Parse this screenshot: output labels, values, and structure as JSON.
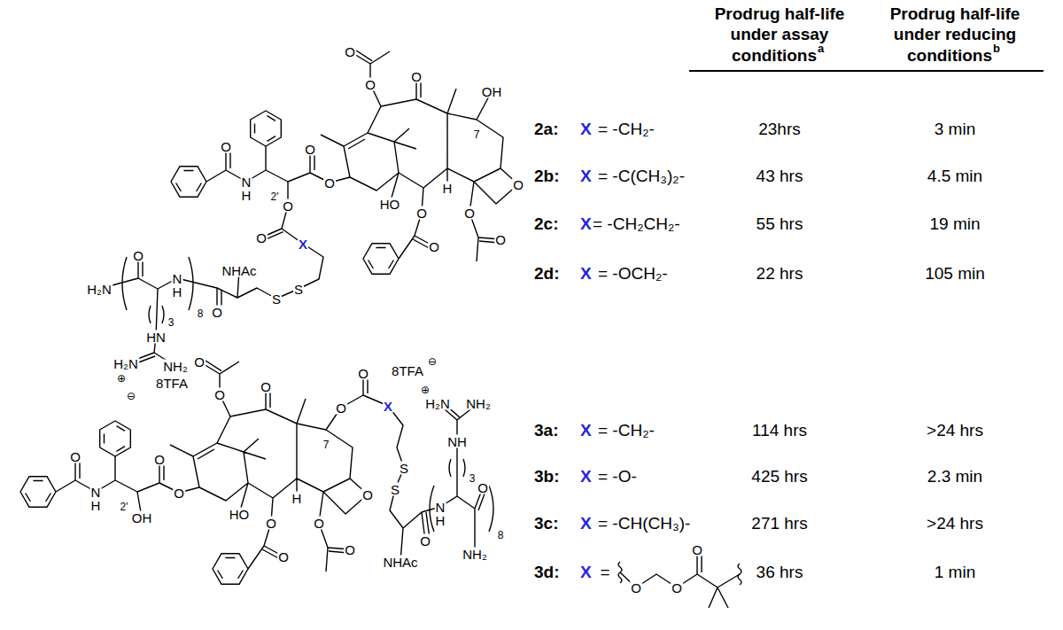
{
  "diagram": {
    "labels": [
      "Prodrug half-life",
      "under assay",
      "conditions",
      "a",
      "Prodrug half-life",
      "under reducing",
      "conditions",
      "b",
      "O",
      "O",
      "O",
      "OH",
      "7",
      "O",
      "2'",
      "O",
      "O",
      "N",
      "H",
      "O",
      "HO",
      "H",
      "O",
      "O",
      "O",
      "O",
      "O",
      "O",
      "X",
      "NHAc",
      "S",
      "S",
      "O",
      "N",
      "H",
      "8",
      "O",
      "H₂N",
      "3",
      "HN",
      "H₂N",
      "NH₂",
      "⊕",
      "8TFA",
      "⊖",
      "2a:",
      "X",
      "= -CH₂-",
      "23hrs",
      "3 min",
      "2b:",
      "X",
      "= -C(CH₃)₂-",
      "43 hrs",
      "4.5 min",
      "2c:",
      "X",
      "= -CH₂CH₂-",
      "55 hrs",
      "19 min",
      "2d:",
      "X",
      "= -OCH₂-",
      "22 hrs",
      "105 min",
      "O",
      "O",
      "O",
      "7",
      "O",
      "2'",
      "OH",
      "O",
      "O",
      "N",
      "H",
      "O",
      "HO",
      "H",
      "O",
      "O",
      "O",
      "O",
      "O",
      "O",
      "X",
      "S",
      "S",
      "8TFA",
      "⊖",
      "⊕",
      "H₂N",
      "NH₂",
      "NH",
      "3",
      "N",
      "H",
      "O",
      "8",
      "NH₂",
      "NHAc",
      "O",
      "3a:",
      "X",
      "= -CH₂-",
      "114 hrs",
      ">24 hrs",
      "3b:",
      "X",
      "= -O-",
      "425 hrs",
      "2.3 min",
      "3c:",
      "X",
      "= -CH(CH₃)-",
      "271 hrs",
      ">24 hrs",
      "3d:",
      "X",
      "=",
      "O",
      "O",
      "O",
      "36 hrs",
      "1 min"
    ]
  }
}
